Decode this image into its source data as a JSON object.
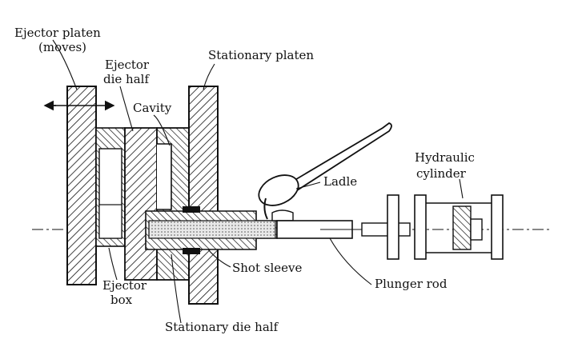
{
  "labels": {
    "ejector_platen": "Ejector platen",
    "moves": "(moves)",
    "ejector": "Ejector",
    "die_half": "die half",
    "stationary_platen": "Stationary platen",
    "cavity": "Cavity",
    "ladle": "Ladle",
    "hydraulic": "Hydraulic",
    "cylinder": "cylinder",
    "shot_sleeve": "Shot sleeve",
    "plunger_rod": "Plunger rod",
    "ejector_box_1": "Ejector",
    "ejector_box_2": "box",
    "stationary_die_half": "Stationary die half"
  },
  "colors": {
    "ink": "#111111",
    "paper": "#ffffff"
  }
}
